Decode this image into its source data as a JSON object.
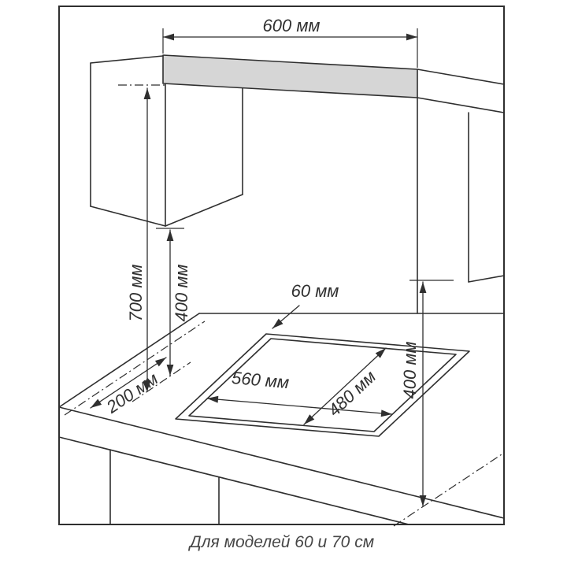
{
  "diagram": {
    "caption": "Для моделей 60 и 70 см",
    "labels": {
      "top_width": "600 мм",
      "total_height": "700 мм",
      "clearance_above": "400 мм",
      "edge_gap": "60 мм",
      "front_depth": "200 мм",
      "cutout_width": "560 мм",
      "cutout_depth": "480 мм",
      "side_clearance": "400 мм"
    },
    "colors": {
      "line": "#2f2f2f",
      "band_fill": "#d6d6d6",
      "background": "#ffffff",
      "text": "#303030",
      "caption_text": "#464646"
    }
  }
}
